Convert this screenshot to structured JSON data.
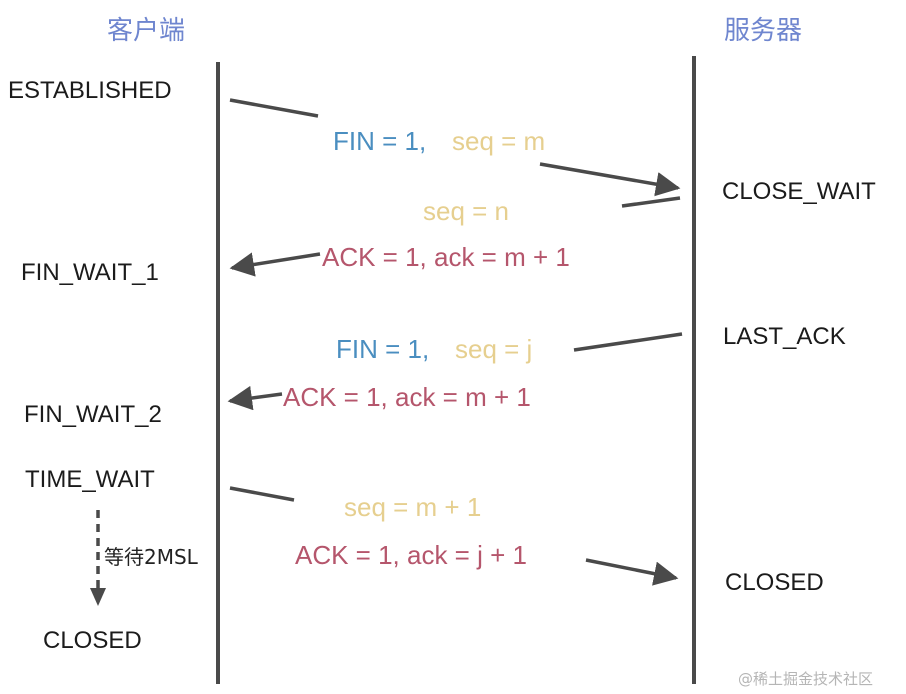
{
  "headers": {
    "client": "客户端",
    "server": "服务器"
  },
  "client_states": {
    "established": "ESTABLISHED",
    "fin_wait_1": "FIN_WAIT_1",
    "fin_wait_2": "FIN_WAIT_2",
    "time_wait": "TIME_WAIT",
    "closed": "CLOSED"
  },
  "server_states": {
    "close_wait": "CLOSE_WAIT",
    "last_ack": "LAST_ACK",
    "closed": "CLOSED"
  },
  "messages": {
    "m1_fin": "FIN = 1,",
    "m1_seq": "seq = m",
    "m2_seq": "seq = n",
    "m2_ack": "ACK = 1,  ack = m + 1",
    "m3_fin": "FIN = 1,",
    "m3_seq": "seq = j",
    "m4_ack": "ACK = 1,  ack = m + 1",
    "m5_seq": "seq = m + 1",
    "m5_ack": "ACK = 1,  ack =  j + 1"
  },
  "wait_note": "等待2MSL",
  "watermark": "@稀土掘金技术社区",
  "colors": {
    "header": "#6f86cf",
    "fin": "#4a8ec0",
    "seq": "#e6cf8f",
    "ack": "#b5566c",
    "line": "#4a4a4a"
  }
}
